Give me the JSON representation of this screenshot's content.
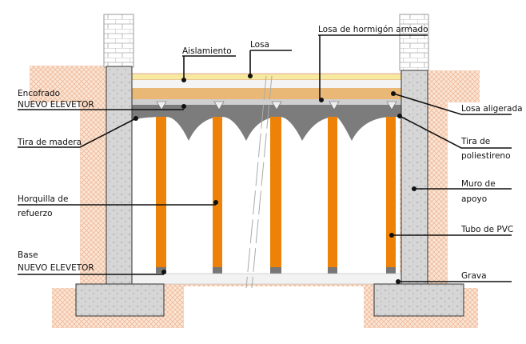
{
  "title": "Losa aligerada sobre tubos de PVC - sección",
  "labels": {
    "aislamiento": "Aislamiento",
    "losa": "Losa",
    "losa_hormigon": "Losa de hormigón armado",
    "encofrado": "Encofrado",
    "encofrado_sub": "NUEVO ELEVETOR",
    "tira_madera": "Tira de madera",
    "horquilla_1": "Horquilla de",
    "horquilla_2": "refuerzo",
    "base": "Base",
    "base_sub": "NUEVO ELEVETOR",
    "losa_aligerada": "Losa aligerada",
    "tira_poli_1": "Tira de",
    "tira_poli_2": "poliestireno",
    "muro_1": "Muro de",
    "muro_2": "apoyo",
    "tubo_pvc": "Tubo de PVC",
    "grava": "Grava"
  },
  "colors": {
    "soil": "#f3d2b8",
    "concrete": "#d4d4d4",
    "pvc": "#ee8208",
    "insulation": "#f7e9a0",
    "sand": "#e9b877",
    "slab": "#7c7c7c"
  }
}
